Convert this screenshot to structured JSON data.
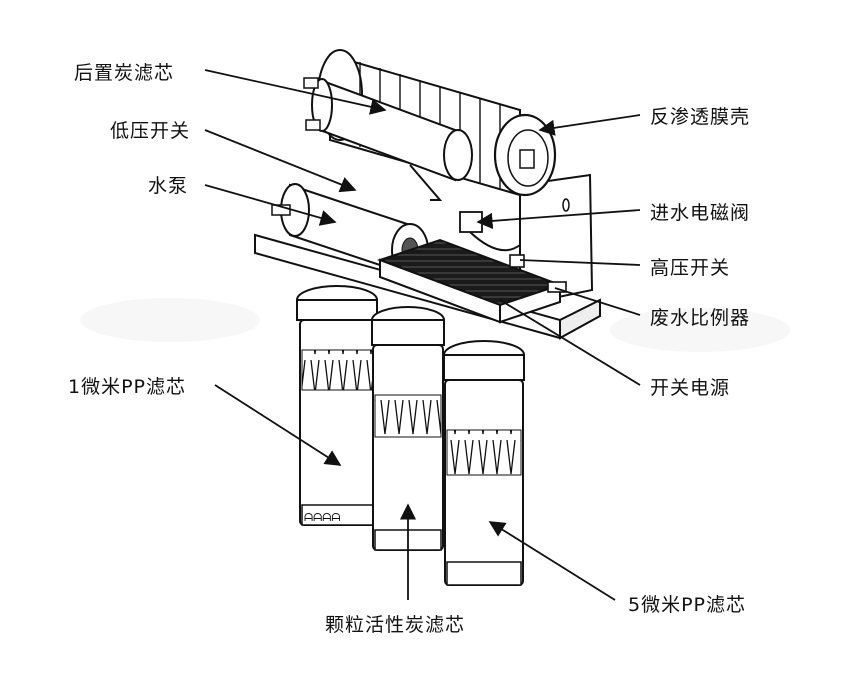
{
  "labels": {
    "post_carbon": "后置炭滤芯",
    "low_pressure_switch": "低压开关",
    "pump": "水泵",
    "pp1": "1微米PP滤芯",
    "granular_carbon": "颗粒活性炭滤芯",
    "pp5": "5微米PP滤芯",
    "ro_housing": "反渗透膜壳",
    "inlet_valve": "进水电磁阀",
    "high_pressure_switch": "高压开关",
    "waste_ratio": "废水比例器",
    "power_supply": "开关电源"
  },
  "colors": {
    "line": "#111111",
    "fill": "#ffffff",
    "shade": "#e6e6e6",
    "dark": "#1a1a1a"
  }
}
